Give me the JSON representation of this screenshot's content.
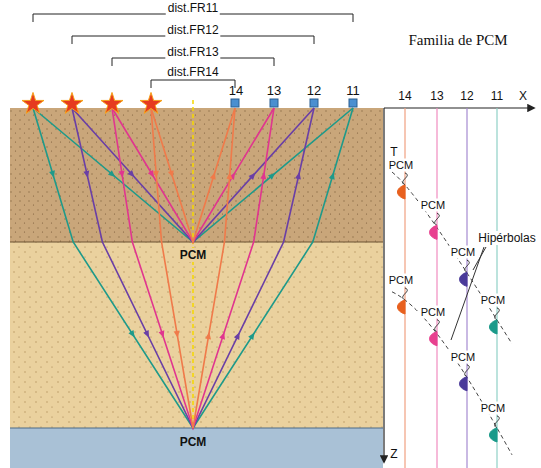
{
  "diagram": {
    "labels": [
      "dist.FR11",
      "dist.FR12",
      "dist.FR13",
      "dist.FR14",
      "14",
      "13",
      "12",
      "11",
      "PCM",
      "PCM",
      "Familia de PCM",
      "14",
      "13",
      "12",
      "11",
      "X",
      "T",
      "PCM",
      "PCM",
      "PCM",
      "PCM",
      "PCM",
      "PCM",
      "PCM",
      "PCM",
      "Hipérbolas",
      "Z"
    ]
  }
}
